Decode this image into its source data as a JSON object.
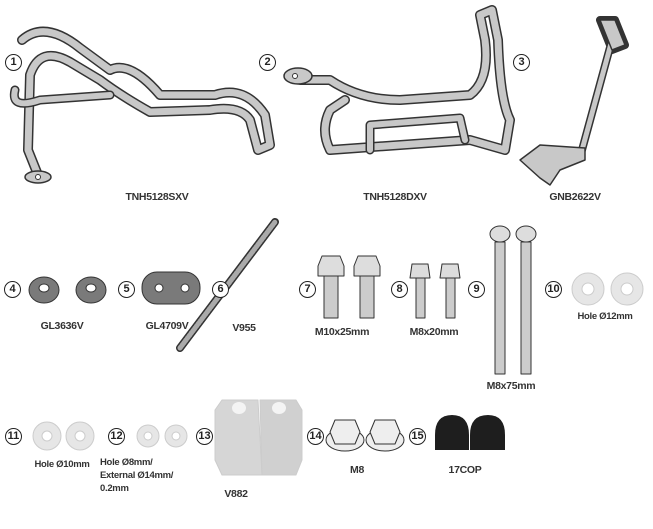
{
  "parts": [
    {
      "num": "1",
      "label": "TNH5128SXV"
    },
    {
      "num": "2",
      "label": "TNH5128DXV"
    },
    {
      "num": "3",
      "label": "GNB2622V"
    },
    {
      "num": "4",
      "label": "GL3636V"
    },
    {
      "num": "5",
      "label": "GL4709V"
    },
    {
      "num": "6",
      "label": "V955"
    },
    {
      "num": "7",
      "label": "M10x25mm"
    },
    {
      "num": "8",
      "label": "M8x20mm"
    },
    {
      "num": "9",
      "label": "M8x75mm"
    },
    {
      "num": "10",
      "label": "Hole Ø12mm"
    },
    {
      "num": "11",
      "label": "Hole Ø10mm"
    },
    {
      "num": "12",
      "label": "Hole Ø8mm/ External Ø14mm/ 0.2mm"
    },
    {
      "num": "13",
      "label": "V882"
    },
    {
      "num": "14",
      "label": "M8"
    },
    {
      "num": "15",
      "label": "17COP"
    }
  ],
  "colors": {
    "metal": "#c8c8c8",
    "outline": "#333333",
    "rubber": "#7a7a7a",
    "white_washer": "#e6e6e6",
    "cap": "#1e1e1e"
  }
}
